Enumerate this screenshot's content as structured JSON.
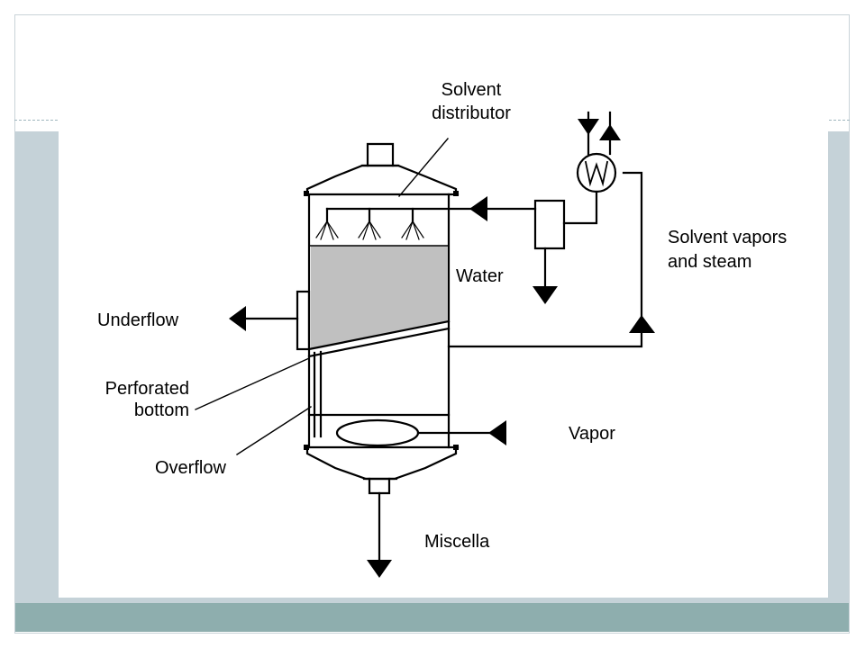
{
  "colors": {
    "band_light": "#c5d2d8",
    "band_dark": "#8eaeae",
    "bed_fill": "#c0c0c0",
    "ink": "#000000"
  },
  "diagram": {
    "labels": {
      "solvent_distributor": [
        "Solvent",
        "distributor"
      ],
      "solvent_vapors_and_steam": [
        "Solvent vapors",
        "and steam"
      ],
      "water": "Water",
      "underflow": "Underflow",
      "perforated_bottom": [
        "Perforated",
        "bottom"
      ],
      "overflow": "Overflow",
      "vapor": "Vapor",
      "miscella": "Miscella"
    }
  }
}
